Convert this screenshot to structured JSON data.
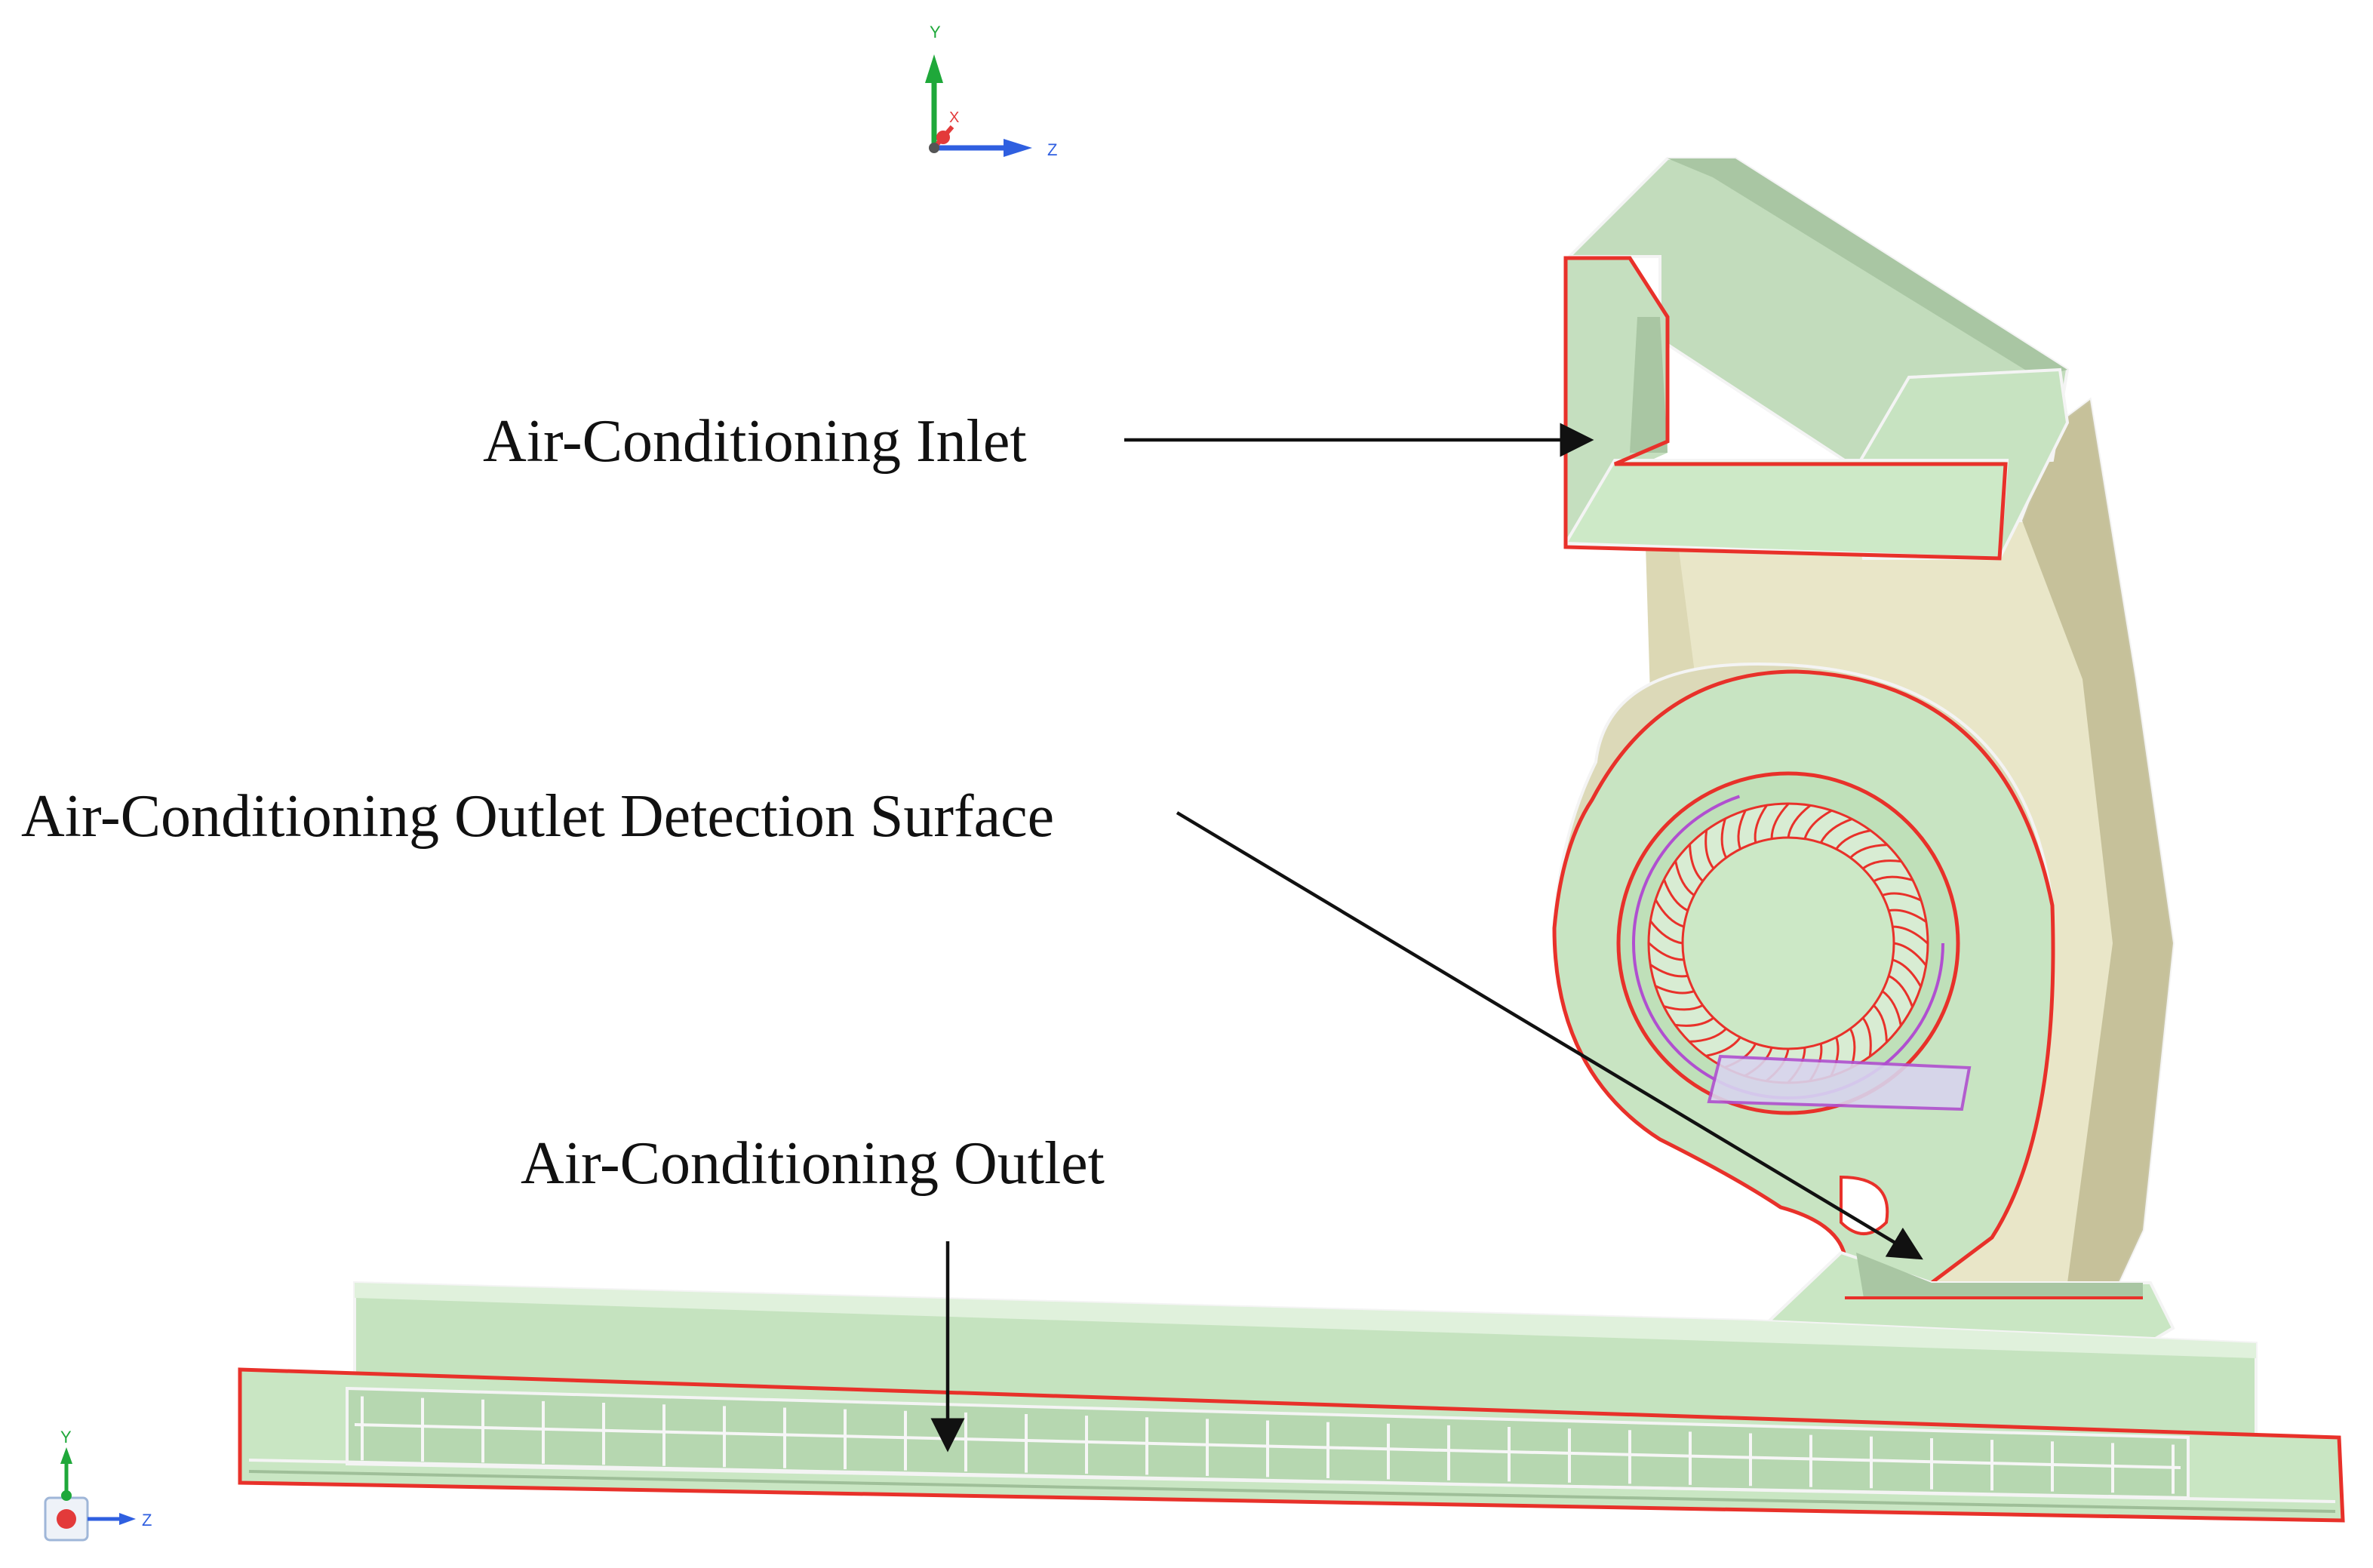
{
  "labels": {
    "inlet": "Air-Conditioning Inlet",
    "detection_surface": "Air-Conditioning Outlet Detection Surface",
    "outlet": "Air-Conditioning Outlet"
  },
  "triad_top": {
    "y": "Y",
    "x": "X",
    "z": "Z"
  },
  "triad_bottom": {
    "y": "Y",
    "z": "Z"
  },
  "colors": {
    "body_green": "#c9e6c3",
    "body_green_dark": "#9fbf99",
    "housing_cream": "#e9e6c8",
    "housing_shade": "#bdb88f",
    "boundary_red": "#e8312a",
    "boundary_purple": "#b04fd0",
    "edge_gray": "#f4f4f4",
    "arrow": "#111111",
    "axis_y": "#1fa83a",
    "axis_z": "#2f5fe0",
    "axis_x": "#e33a3a"
  }
}
